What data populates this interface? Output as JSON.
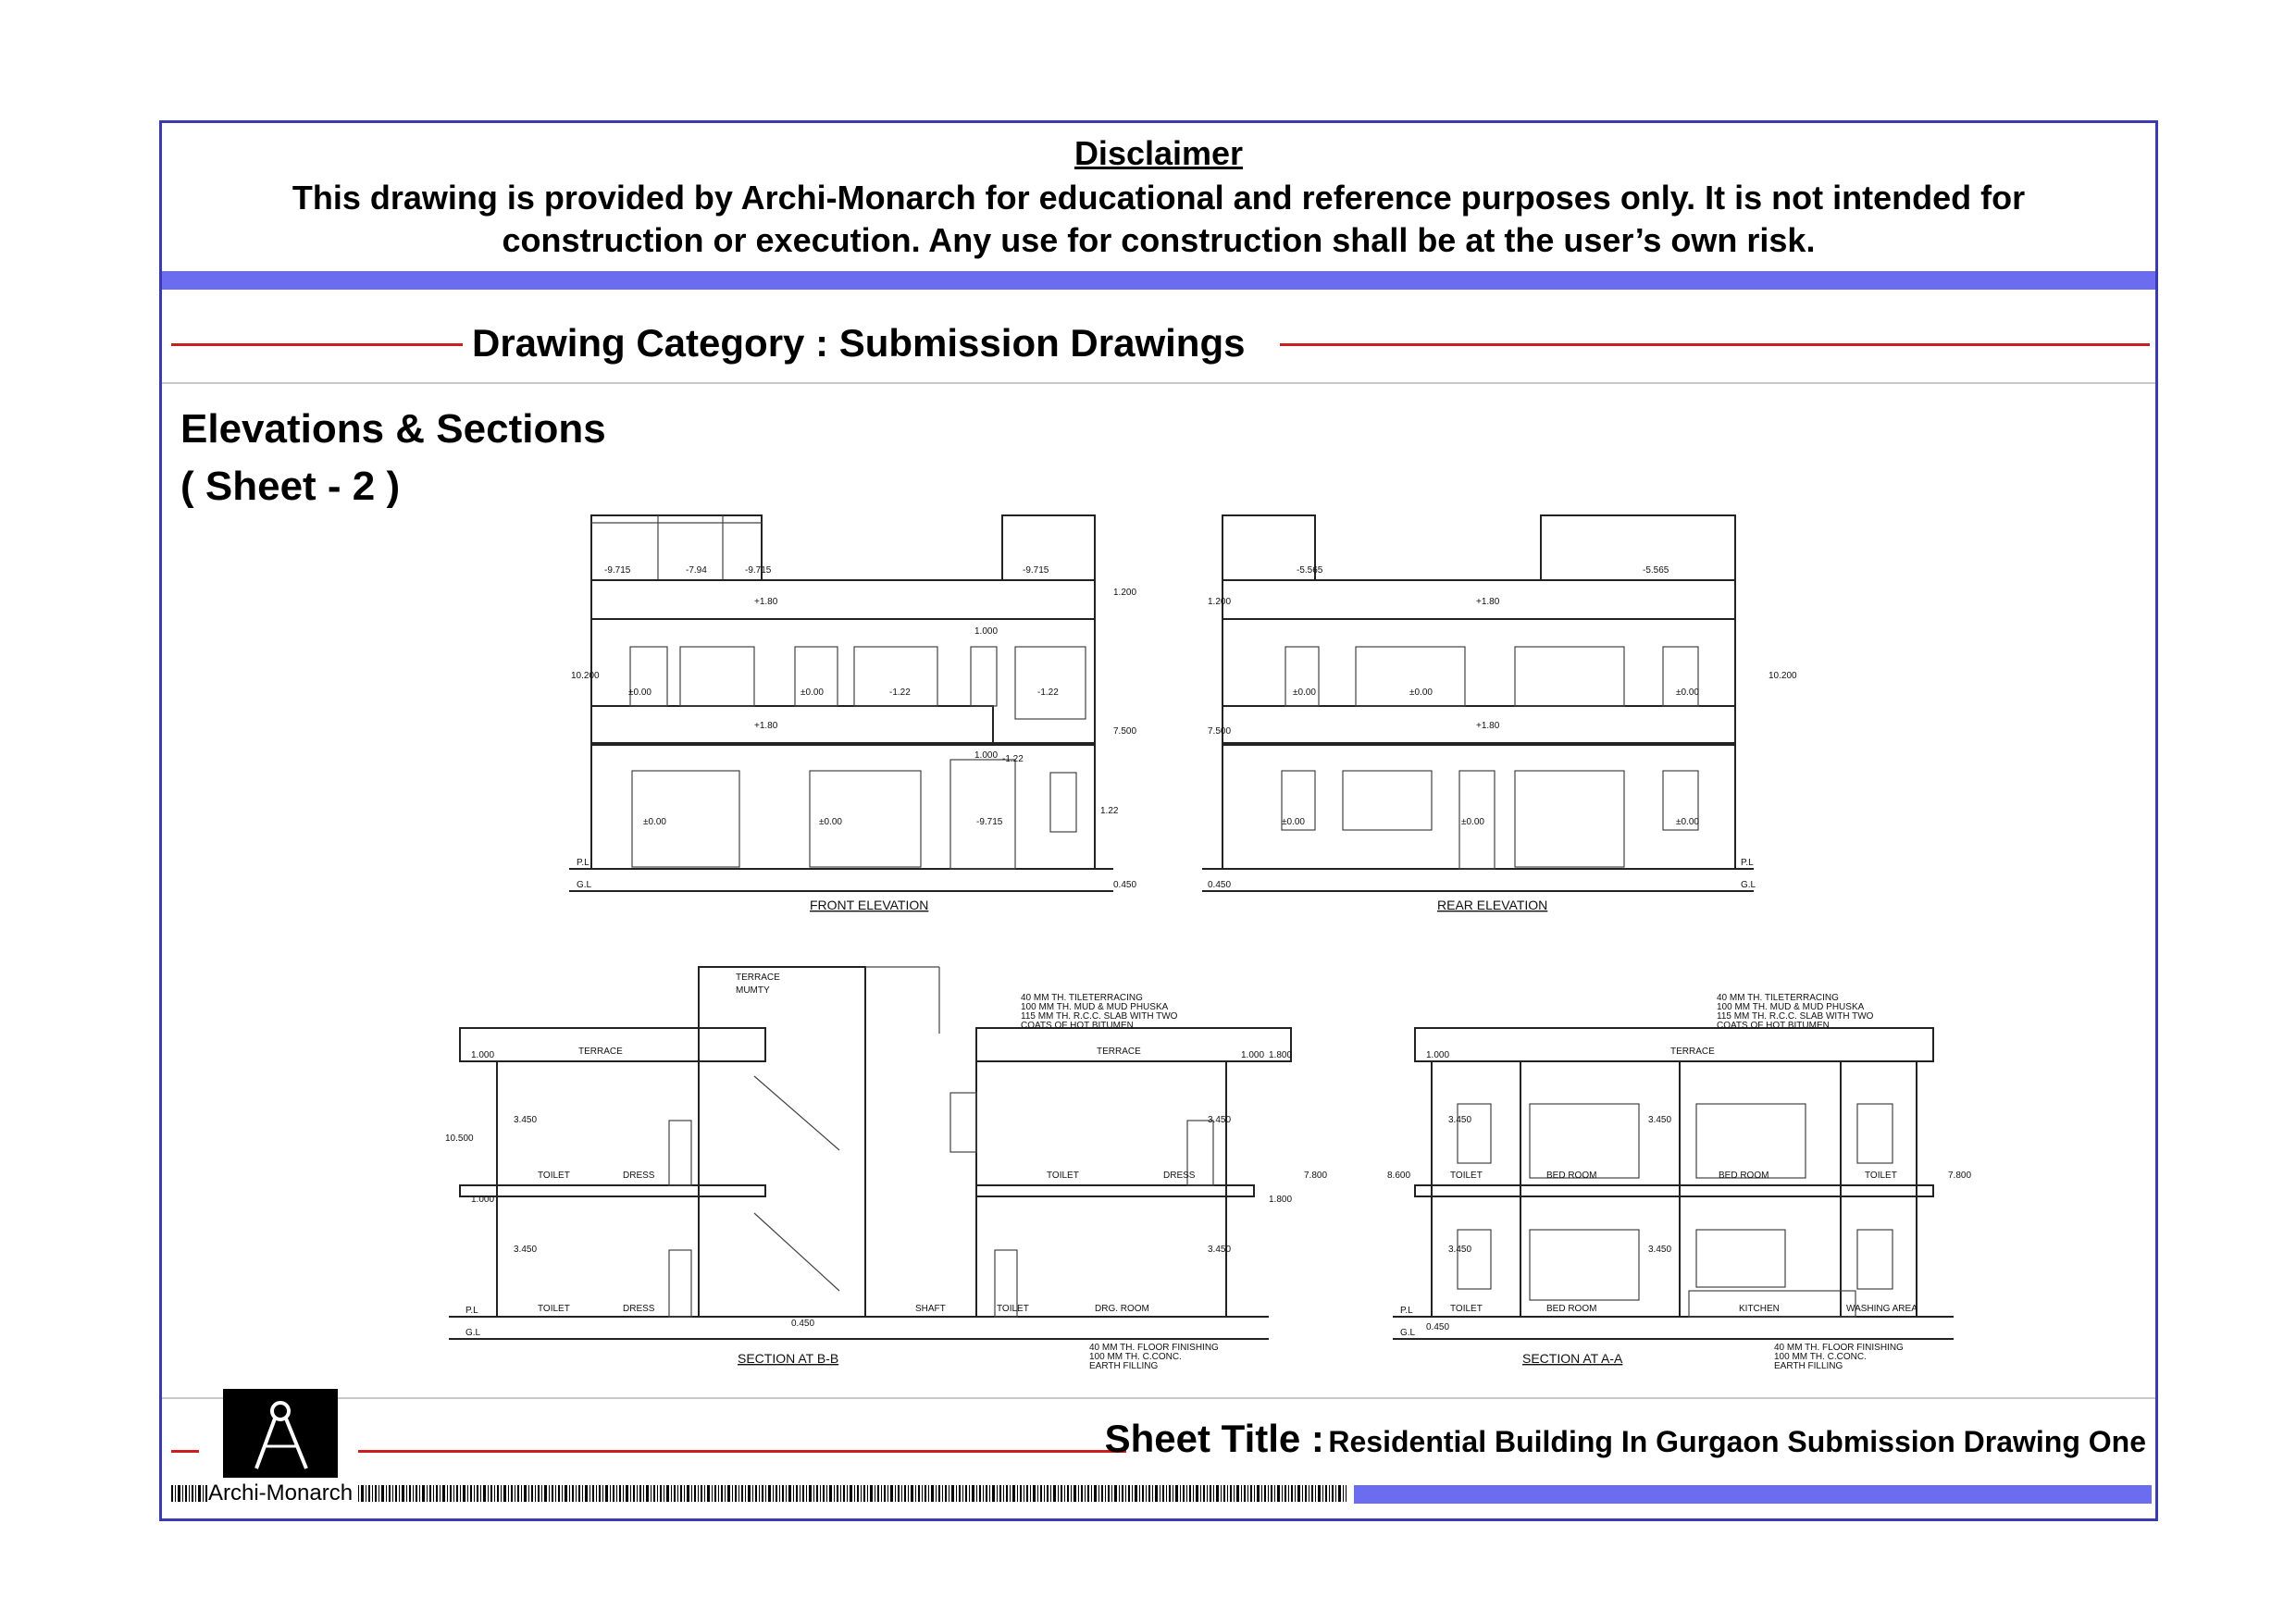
{
  "disclaimer": {
    "title": "Disclaimer",
    "line1": "This drawing is provided by Archi-Monarch for educational and reference purposes only. It is not intended for",
    "line2": "construction or execution. Any use for construction shall be at the user’s own risk."
  },
  "category": {
    "label": "Drawing Category : Submission Drawings"
  },
  "sheet": {
    "heading": "Elevations & Sections",
    "number": "( Sheet - 2 )"
  },
  "drawings": {
    "front_elevation": {
      "caption": "FRONT ELEVATION",
      "labels": [
        "-9.715",
        "-7.94",
        "-9.715",
        "-9.715",
        "+1.80",
        "1.000",
        "±0.00",
        "±0.00",
        "-1.22",
        "-1.22",
        "+1.80",
        "1.000",
        "-1.22",
        "±0.00",
        "±0.00",
        "-9.715",
        "P.L",
        "G.L",
        "10.200",
        "7.500",
        "1.200",
        "0.450",
        "1.22"
      ]
    },
    "rear_elevation": {
      "caption": "REAR ELEVATION",
      "labels": [
        "-5.565",
        "-5.565",
        "+1.80",
        "±0.00",
        "±0.00",
        "±0.00",
        "+1.80",
        "±0.00",
        "±0.00",
        "±0.00",
        "P.L",
        "G.L",
        "1.200",
        "7.500",
        "10.200",
        "0.450"
      ]
    },
    "section_bb": {
      "caption": "SECTION AT B-B",
      "labels": [
        "TERRACE",
        "MUMTY",
        "TERRACE",
        "TERRACE",
        "TOILET",
        "DRESS",
        "TOILET",
        "DRESS",
        "TOILET",
        "DRESS",
        "SHAFT",
        "TOILET",
        "DRG. ROOM",
        "P.L",
        "G.L",
        "1.000",
        "1.000",
        "3.450",
        "3.450",
        "1.000",
        "1.800",
        "1.800",
        "3.450",
        "3.450",
        "10.500",
        "7.800",
        "0.450"
      ],
      "note_top": [
        "40 MM TH. TILETERRACING",
        "100 MM TH. MUD & MUD PHUSKA",
        "115 MM TH. R.C.C. SLAB WITH TWO",
        "COATS OF HOT BITUMEN"
      ],
      "note_bottom": [
        "40 MM TH. FLOOR FINISHING",
        "100 MM TH. C.CONC.",
        "EARTH FILLING"
      ]
    },
    "section_aa": {
      "caption": "SECTION AT A-A",
      "labels": [
        "TERRACE",
        "TOILET",
        "BED ROOM",
        "BED ROOM",
        "TOILET",
        "TOILET",
        "BED ROOM",
        "KITCHEN",
        "WASHING AREA",
        "P.L",
        "G.L",
        "1.000",
        "3.450",
        "3.450",
        "3.450",
        "3.450",
        "8.600",
        "7.800",
        "0.450"
      ],
      "note_top": [
        "40 MM TH. TILETERRACING",
        "100 MM TH. MUD & MUD PHUSKA",
        "115 MM TH. R.C.C. SLAB WITH TWO",
        "COATS OF HOT BITUMEN"
      ],
      "note_bottom": [
        "40 MM TH. FLOOR FINISHING",
        "100 MM TH. C.CONC.",
        "EARTH FILLING"
      ]
    }
  },
  "footer": {
    "title_label": "Sheet Title :",
    "title_value": "Residential Building In Gurgaon Submission Drawing One",
    "brand": "Archi-Monarch"
  },
  "colors": {
    "frame": "#3b3bb0",
    "band": "#6c6cf0",
    "red_line": "#cc1e1e"
  }
}
